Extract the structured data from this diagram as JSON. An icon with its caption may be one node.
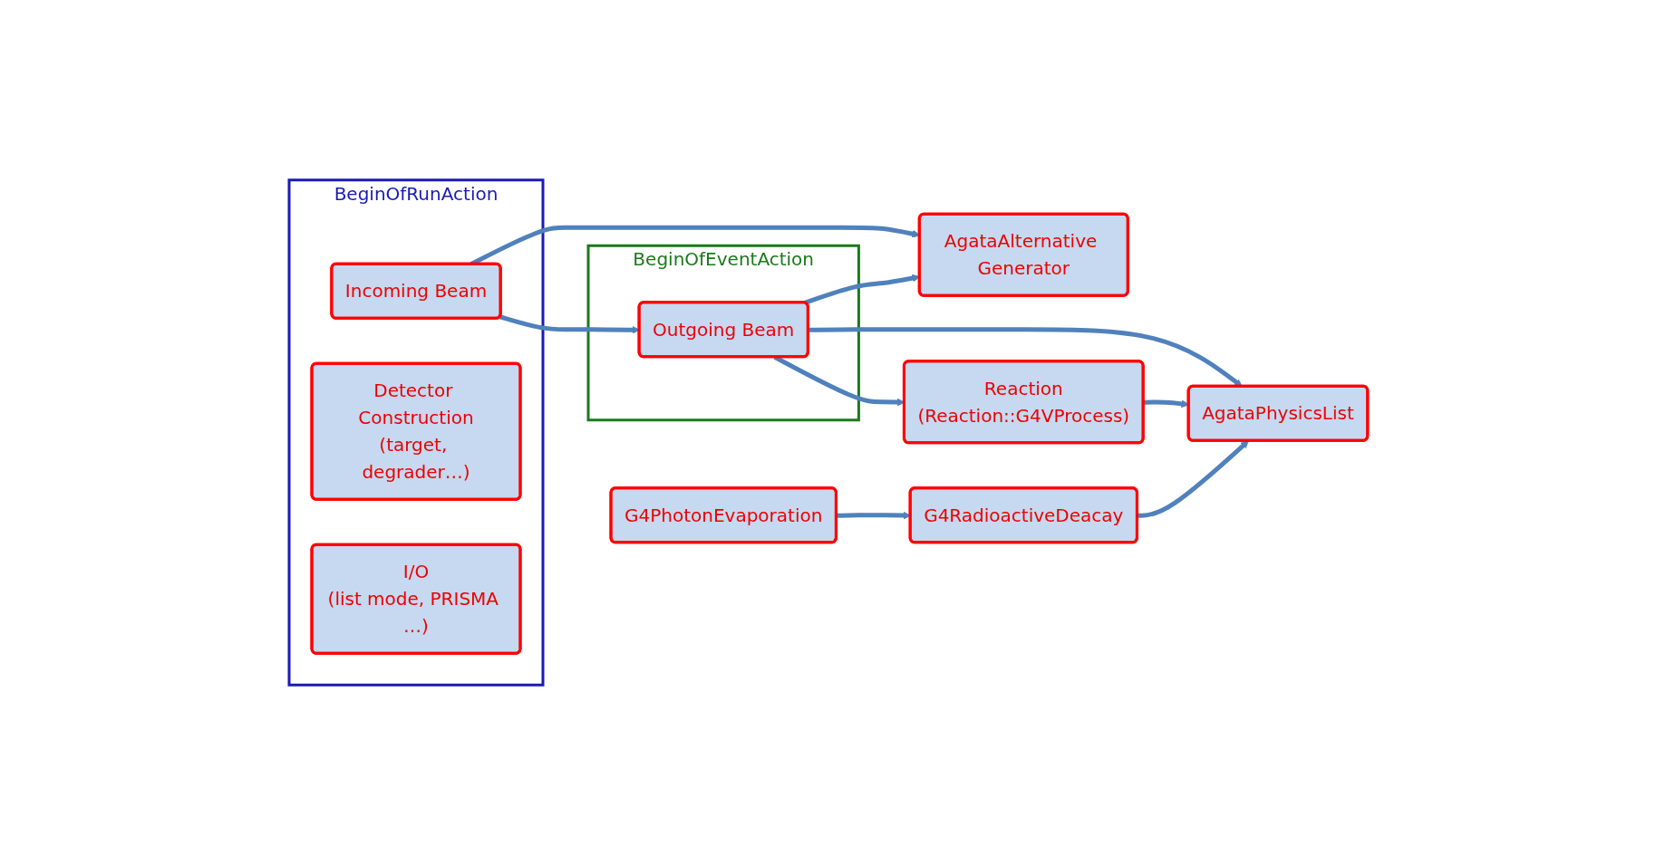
{
  "diagram": {
    "nodes": [
      {
        "text": [
          "BeginOfRunAction"
        ]
      },
      {
        "text": [
          "Incoming Beam"
        ],
        "in": 0
      },
      {
        "text": [
          "Detector Construction",
          "(target, degrader…)"
        ],
        "in": 0
      },
      {
        "text": [
          "I/O",
          "(list mode, PRISMA …)"
        ],
        "in": 0
      },
      {
        "text": [
          "BeginOfEventAction"
        ]
      },
      {
        "text": [
          "Outgoing Beam"
        ],
        "in": 4
      },
      {
        "text": [
          "AgataAlternative Generator"
        ]
      },
      {
        "text": [
          "Reaction",
          "(Reaction::G4VProcess)"
        ]
      },
      {
        "text": [
          "AgataPhysicsList"
        ]
      },
      {
        "text": [
          "G4PhotonEvaporation"
        ]
      },
      {
        "text": [
          "G4RadioactiveDeacay"
        ]
      }
    ],
    "edges": [
      {
        "from": 1,
        "to": 6,
        "arrow": "to"
      },
      {
        "from": 1,
        "to": 5,
        "arrow": "to"
      },
      {
        "from": 5,
        "to": 6,
        "arrow": "to"
      },
      {
        "from": 5,
        "to": 7,
        "arrow": "to"
      },
      {
        "from": 5,
        "to": 8,
        "arrow": "to"
      },
      {
        "from": 7,
        "to": 8,
        "arrow": "to"
      },
      {
        "from": 9,
        "to": 10,
        "arrow": "to"
      },
      {
        "from": 10,
        "to": 8,
        "arrow": "to"
      }
    ]
  }
}
